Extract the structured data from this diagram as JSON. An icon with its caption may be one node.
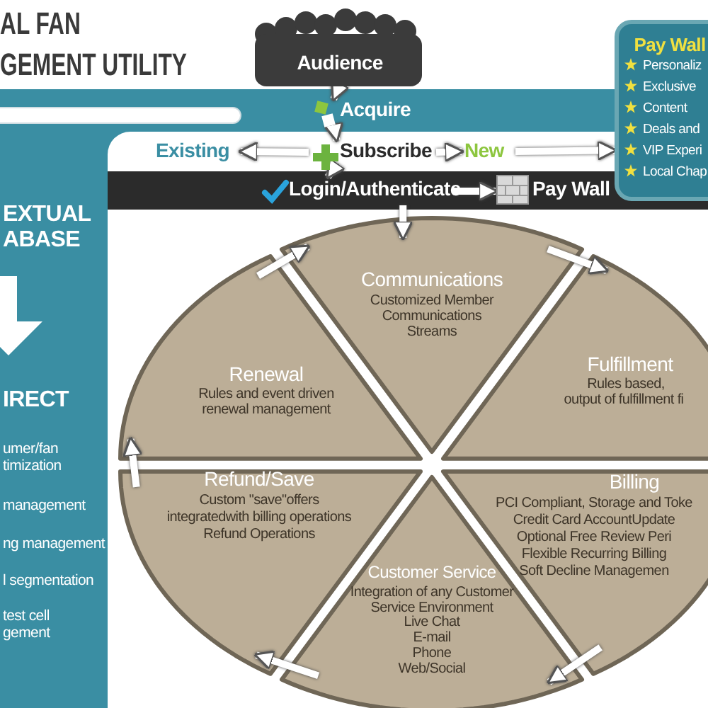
{
  "diagram": {
    "title": "AL FAN GEMENT UTILITY",
    "nodes": [
      {
        "text": [
          "Audience"
        ]
      },
      {
        "text": [
          "Acquire"
        ]
      },
      {
        "text": [
          "Subscribe"
        ]
      },
      {
        "text": [
          "Existing"
        ]
      },
      {
        "text": [
          "New"
        ]
      },
      {
        "text": [
          "Login/Authenticate"
        ]
      },
      {
        "text": [
          "Pay Wall"
        ]
      },
      {
        "text": [
          "Pay Wall",
          "Personaliz",
          "Exclusive",
          "Content",
          "Deals and",
          "VIP Experi",
          "Local Chap"
        ]
      },
      {
        "text": [
          "EXTUAL ABASE",
          "IRECT",
          "umer/fan timization",
          "management",
          "ng management",
          "l segmentation",
          "test cell gement"
        ]
      },
      {
        "text": [
          "Communications",
          "Customized Member Communications Streams"
        ]
      },
      {
        "text": [
          "Fulfillment",
          "Rules based,",
          "output of fulfillment fi"
        ]
      },
      {
        "text": [
          "Billing",
          "PCI Compliant,  Storage and Toke",
          "Credit Card AccountUpdate",
          "Optional Free Review Peri",
          "Flexible Recurring Billing",
          "Soft Decline Managemen"
        ]
      },
      {
        "text": [
          "Customer Service",
          "Integration of any Customer Service Environment",
          "Live Chat",
          "E-mail",
          "Phone",
          "Web/Social"
        ]
      },
      {
        "text": [
          "Refund/Save",
          "Custom \"save\"offers",
          "integratedwith billing operations",
          "Refund Operations"
        ]
      },
      {
        "text": [
          "Renewal",
          "Rules and event driven renewal management"
        ]
      }
    ],
    "edges": [
      {
        "from": 0,
        "to": 1,
        "arrow": "to"
      },
      {
        "from": 1,
        "to": 2,
        "arrow": "to"
      },
      {
        "from": 2,
        "to": 3,
        "arrow": "to"
      },
      {
        "from": 2,
        "to": 4,
        "arrow": "to"
      },
      {
        "from": 4,
        "to": 7,
        "arrow": "to"
      },
      {
        "from": 2,
        "to": 5,
        "arrow": "to"
      },
      {
        "from": 5,
        "to": 6,
        "arrow": "to"
      },
      {
        "from": 5,
        "to": 9,
        "arrow": "to"
      },
      {
        "from": 9,
        "to": 10,
        "arrow": "to"
      },
      {
        "from": 11,
        "to": 12,
        "arrow": "to"
      },
      {
        "from": 12,
        "to": 13,
        "arrow": "to"
      },
      {
        "from": 13,
        "to": 14,
        "arrow": "to"
      },
      {
        "from": 14,
        "to": 9,
        "arrow": "to"
      }
    ]
  }
}
